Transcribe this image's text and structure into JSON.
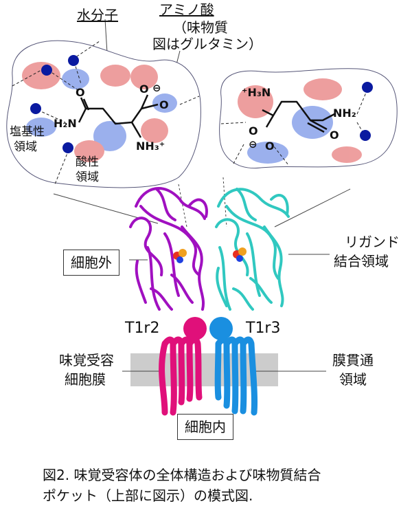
{
  "labels": {
    "water": "水分子",
    "amino_title": "アミノ酸",
    "amino_sub1": "（味物質",
    "amino_sub2": "図はグルタミン）",
    "basic": [
      "塩基性",
      "領域"
    ],
    "acidic": [
      "酸性",
      "領域"
    ],
    "extracellular": "細胞外",
    "intracellular": "細胞内",
    "ligand": [
      "リガンド",
      "結合領域"
    ],
    "t1r2": "T1r2",
    "t1r3": "T1r3",
    "membrane_left": [
      "味覚受容",
      "細胞膜"
    ],
    "membrane_right": [
      "膜貫通",
      "領域"
    ]
  },
  "chem_left": {
    "o_top": "O",
    "o_minus_top": "O",
    "o_minus2": "O",
    "charge": "⊖",
    "h2n": "H₂N",
    "nh3": "NH₃⁺"
  },
  "chem_right": {
    "h3n": "⁺H₃N",
    "nh2": "NH₂",
    "o_right": "O",
    "o_minus": "O",
    "o_bottom": "O",
    "charge": "⊖"
  },
  "caption": {
    "line1": "図2. 味覚受容体の全体構造および味物質結合",
    "line2": "ポケット（上部に図示）の模式図."
  },
  "colors": {
    "t1r2": "#e0107a",
    "t1r3": "#1a8fe0",
    "protein_left": "#a010c0",
    "protein_right": "#30c8c0",
    "water": "#0a1aa0",
    "acidic": "#e05050",
    "basic": "#4a70e0",
    "membrane": "#cccccc"
  }
}
